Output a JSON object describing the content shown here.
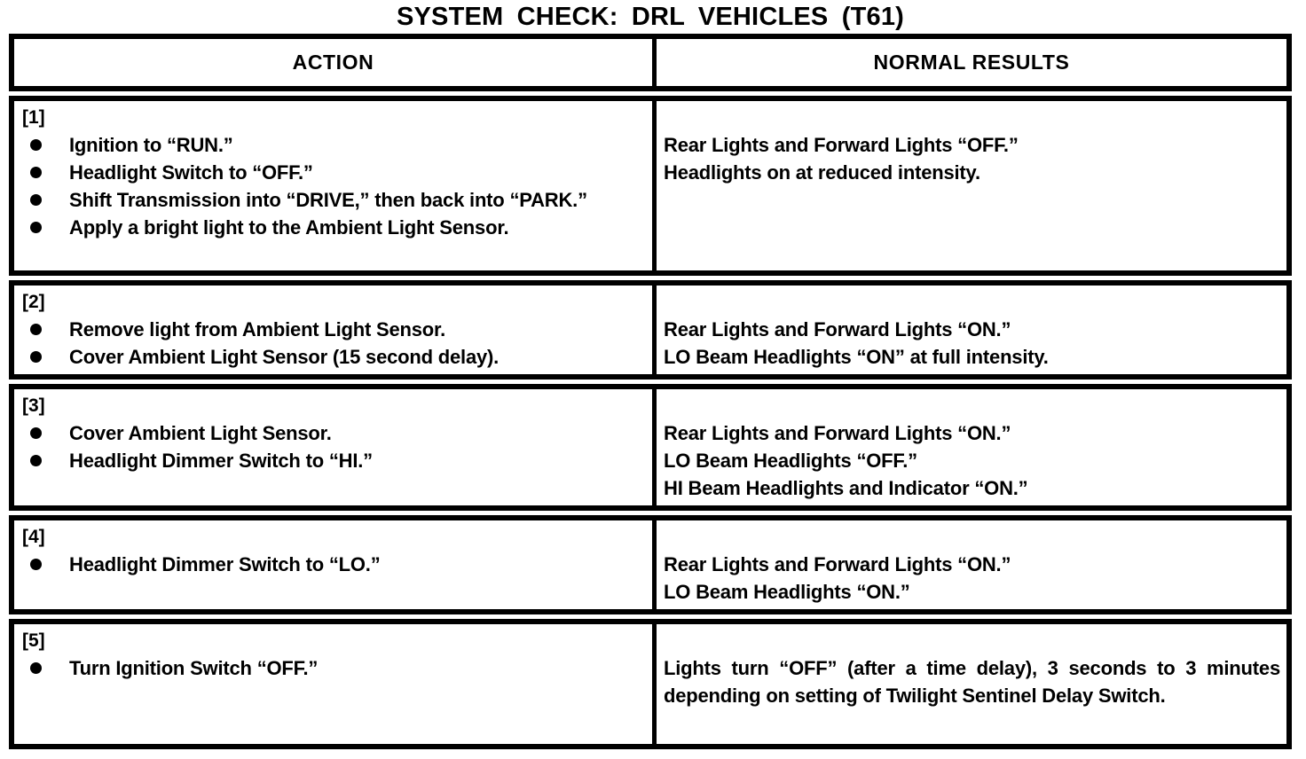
{
  "title": "SYSTEM CHECK: DRL VEHICLES (T61)",
  "table": {
    "action_header": "ACTION",
    "results_header": "NORMAL RESULTS",
    "rows": [
      {
        "step": "[1]",
        "actions": [
          "Ignition to “RUN.”",
          "Headlight Switch to “OFF.”",
          "Shift Transmission into “DRIVE,” then back into “PARK.”",
          "Apply a bright light to the Ambient Light Sensor."
        ],
        "results": [
          "Rear Lights and Forward Lights “OFF.”",
          "Headlights on at reduced intensity."
        ]
      },
      {
        "step": "[2]",
        "actions": [
          "Remove light from Ambient Light Sensor.",
          "Cover Ambient Light Sensor (15 second delay)."
        ],
        "results": [
          "Rear Lights and Forward Lights “ON.”",
          "LO Beam Headlights “ON” at full intensity."
        ]
      },
      {
        "step": "[3]",
        "actions": [
          "Cover Ambient Light Sensor.",
          "Headlight Dimmer Switch to “HI.”"
        ],
        "results": [
          "Rear Lights and Forward Lights “ON.”",
          "LO Beam Headlights “OFF.”",
          "HI Beam Headlights and Indicator “ON.”"
        ]
      },
      {
        "step": "[4]",
        "actions": [
          "Headlight Dimmer Switch to “LO.”"
        ],
        "results": [
          "Rear Lights and Forward Lights “ON.”",
          "LO Beam Headlights “ON.”"
        ]
      },
      {
        "step": "[5]",
        "actions": [
          "Turn Ignition Switch “OFF.”"
        ],
        "results": [
          "Lights turn “OFF” (after a time delay), 3 seconds to 3 minutes depending on setting of Twilight Sentinel Delay Switch."
        ]
      }
    ]
  },
  "colors": {
    "ink": "#000000",
    "paper": "#ffffff"
  }
}
